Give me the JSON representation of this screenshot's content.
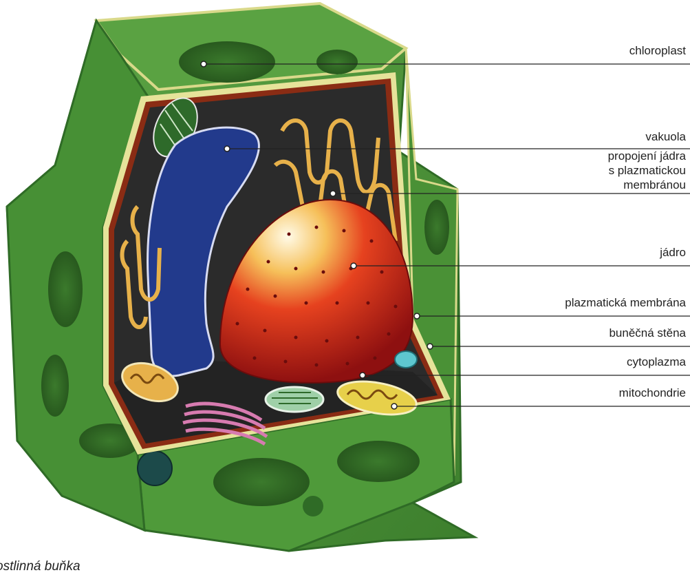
{
  "diagram": {
    "caption": "ostlinná buňka",
    "labels": {
      "chloroplast": "chloroplast",
      "vakuola": "vakuola",
      "propojeni": "propojení jádra\ns plazmatickou\nmembránou",
      "jadro": "jádro",
      "plazmaticka_membrana": "plazmatická membrána",
      "bunecna_stena": "buněčná stěna",
      "cytoplazma": "cytoplazma",
      "mitochondrie": "mitochondrie"
    }
  },
  "colors": {
    "cell_wall": "#4f9a3a",
    "cell_wall_dark": "#2f6b26",
    "wall_edge": "#e6e39a",
    "cytoplasm": "#2b2b2b",
    "vacuole": "#223a8c",
    "nucleus": "#d8271f",
    "mitochondria": "#e7b14a",
    "golgi": "#d77bb0",
    "leader": "#222222"
  }
}
